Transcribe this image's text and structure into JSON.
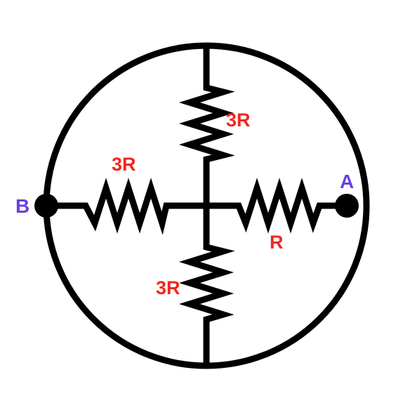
{
  "colors": {
    "wire": "#000000",
    "resistor_label": "#f0281e",
    "node_label": "#6a3fe0",
    "background": "#ffffff"
  },
  "nodes": {
    "a": {
      "label": "A"
    },
    "b": {
      "label": "B"
    }
  },
  "resistors": {
    "top": {
      "label": "3R"
    },
    "left": {
      "label": "3R"
    },
    "right": {
      "label": "R"
    },
    "bottom": {
      "label": "3R"
    }
  }
}
